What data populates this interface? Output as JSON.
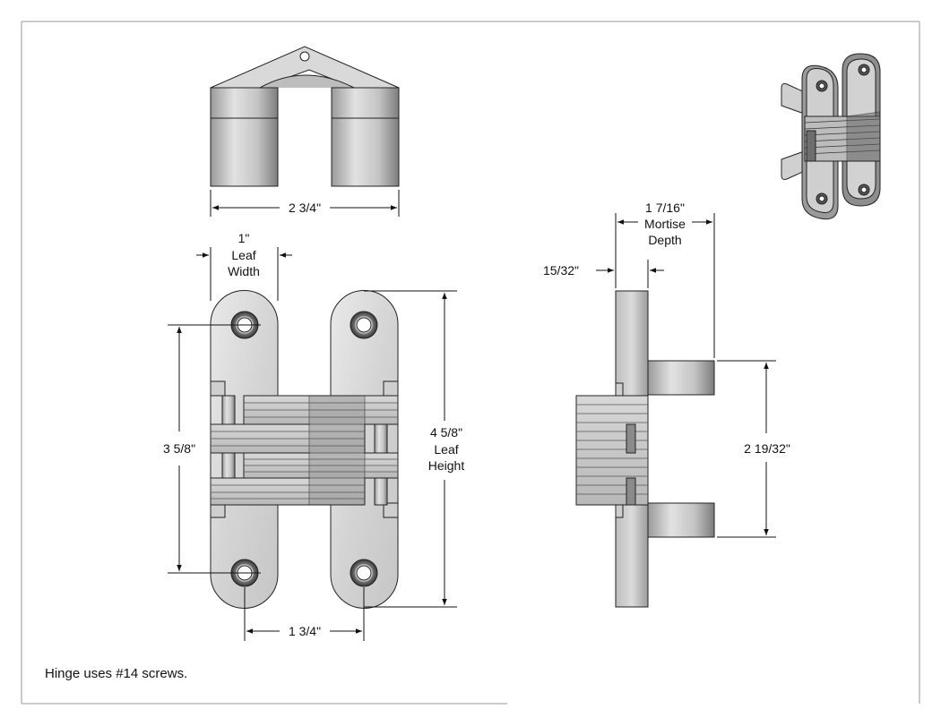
{
  "dimensions": {
    "overall_width": "2 3/4\"",
    "leaf_width_value": "1\"",
    "leaf_width_l1": "Leaf",
    "leaf_width_l2": "Width",
    "screw_spacing_vertical": "3 5/8\"",
    "leaf_height_value": "4 5/8\"",
    "leaf_height_l1": "Leaf",
    "leaf_height_l2": "Height",
    "screw_spacing_horizontal": "1 3/4\"",
    "mortise_depth_value": "1 7/16\"",
    "mortise_depth_l1": "Mortise",
    "mortise_depth_l2": "Depth",
    "flange_offset": "15/32\"",
    "body_height": "2 19/32\""
  },
  "note": "Hinge uses #14 screws.",
  "colors": {
    "metal_light": "#e6e6e6",
    "metal_mid": "#c4c4c4",
    "metal_dark": "#7a7a7a",
    "outline": "#222222",
    "dim_line": "#111111"
  }
}
